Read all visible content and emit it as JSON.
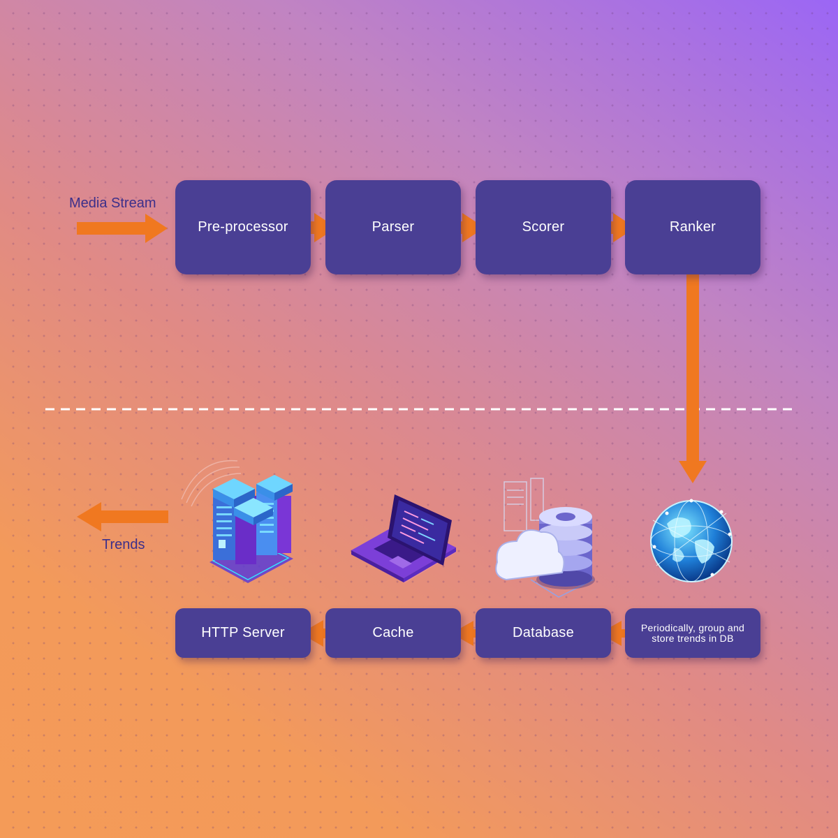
{
  "colors": {
    "box": "#4a3f94",
    "arrow": "#f07820",
    "label": "#3c2f8a"
  },
  "labels": {
    "input": "Media Stream",
    "output": "Trends"
  },
  "pipeline": {
    "preprocessor": "Pre-processor",
    "parser": "Parser",
    "scorer": "Scorer",
    "ranker": "Ranker"
  },
  "storage": {
    "aggregate": "Periodically, group and store trends in DB",
    "database": "Database",
    "cache": "Cache",
    "http_server": "HTTP Server"
  },
  "icons": [
    "server-rack-icon",
    "laptop-icon",
    "cloud-database-icon",
    "globe-icon"
  ]
}
